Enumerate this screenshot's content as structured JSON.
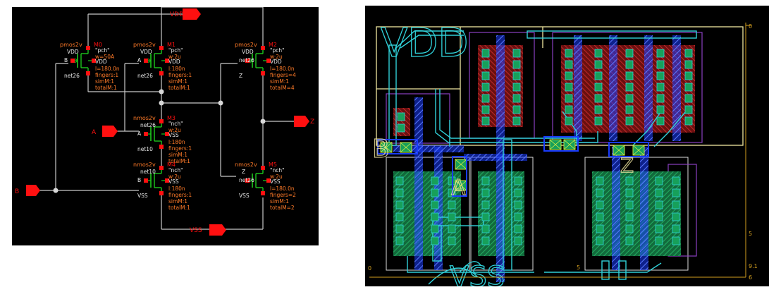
{
  "schematic": {
    "pins": {
      "vdd": "VDD",
      "vss": "VSS",
      "a": "A",
      "b": "B",
      "z": "Z"
    },
    "transistors": [
      {
        "type": "pmos2v",
        "inst": "M0",
        "model": "\"pch\"",
        "w": "w=50A",
        "l": "l=180.0n",
        "fingers": "fingers:1",
        "simm": "simM:1",
        "totalm": "totalM:1",
        "t_top": "VDD",
        "t_mid": "VDD",
        "t_bot": "net26",
        "gate": "B"
      },
      {
        "type": "pmos2v",
        "inst": "M1",
        "model": "\"pch\"",
        "w": "w:2u",
        "l": "l:180n",
        "fingers": "fingers:1",
        "simm": "simM:1",
        "totalm": "totalM:1",
        "t_top": "VDD",
        "t_mid": "VDD",
        "t_bot": "net26",
        "gate": "A"
      },
      {
        "type": "pmos2v",
        "inst": "M2",
        "model": "\"pch\"",
        "w": "w:2u",
        "l": "l=180.0n",
        "fingers": "fingers=4",
        "simm": "simM:1",
        "totalm": "totalM=4",
        "t_top": "VDD",
        "t_mid": "VDD",
        "t_bot": "Z",
        "gate": "net26"
      },
      {
        "type": "nmos2v",
        "inst": "M3",
        "model": "\"nch\"",
        "w": "w:2u",
        "l": "l:180n",
        "fingers": "fingers:1",
        "simm": "simM:1",
        "totalm": "totalM:1",
        "t_top": "net26",
        "t_mid": "VSS",
        "t_bot": "net10",
        "gate": "A"
      },
      {
        "type": "nmos2v",
        "inst": "M4",
        "model": "\"nch\"",
        "w": "w:2u",
        "l": "l:180n",
        "fingers": "fingers:1",
        "simm": "simM:1",
        "totalm": "totalM:1",
        "t_top": "net10",
        "t_mid": "VSS",
        "t_bot": "VSS",
        "gate": "B"
      },
      {
        "type": "nmos2v",
        "inst": "M5",
        "model": "\"nch\"",
        "w": "w:2u",
        "l": "l=180.0n",
        "fingers": "fingers=2",
        "simm": "simM:1",
        "totalm": "totalM=2",
        "t_top": "Z",
        "t_mid": "VSS",
        "t_bot": "VSS",
        "gate": "net26"
      }
    ]
  },
  "layout": {
    "labels": {
      "vdd": "VDD",
      "vss": "VSS",
      "a": "A",
      "b": "B",
      "z": "Z"
    },
    "ruler": {
      "top": "0",
      "right_mid": "5",
      "right_low": "9.1",
      "right_bottom": "6",
      "bottom_left": "0",
      "bottom_mid": "5"
    }
  },
  "colors": {
    "wire": "#c8c8c8",
    "pin": "#ff1010",
    "text": "#ff7a28",
    "devtext": "#e8e8e8",
    "device": "#1ec81e",
    "metal1": "#30d0d8",
    "metal2": "#1a3cff",
    "poly": "#d42020",
    "diff": "#17a05a",
    "boundary": "#f0e6a0"
  }
}
